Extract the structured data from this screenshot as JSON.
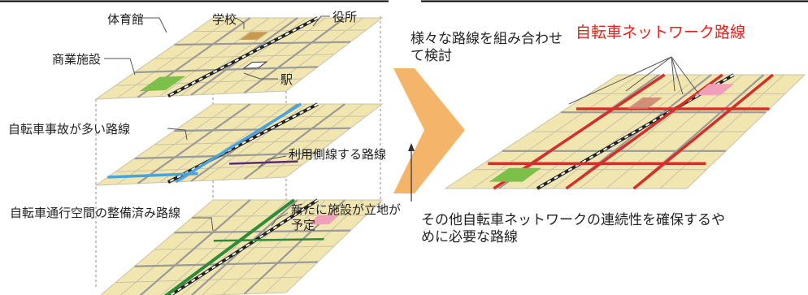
{
  "left": {
    "labels": {
      "gym": "体育館",
      "school": "学校",
      "city_hall": "役所",
      "commercial": "商業施設",
      "station": "駅",
      "accident_routes": "自転車事故が多い路線",
      "user_side_routes": "利用側線する路線",
      "developed_routes": "自転車通行空間の整備済み路線",
      "new_facility": "新たに施設が立地が予定"
    }
  },
  "right": {
    "combine_text": "様々な路線を組み合わせて検討",
    "network_title": "自転車ネットワーク路線",
    "continuity_text": "その他自転車ネットワークの連続性を確保するやめに必要な路線"
  },
  "colors": {
    "map_tile": "#f2e6b0",
    "grid_line": "#c9c2a8",
    "road": "#9a9a9a",
    "rail": "#222222",
    "blue_route": "#4aa3dd",
    "purple_route": "#5a2c7a",
    "green_route": "#2f8a3a",
    "red_route": "#d4302a",
    "arrow": "#f4b56b",
    "pink_area": "#f0a0b8",
    "green_area": "#7cc04a",
    "gym_area": "#c89a50"
  }
}
